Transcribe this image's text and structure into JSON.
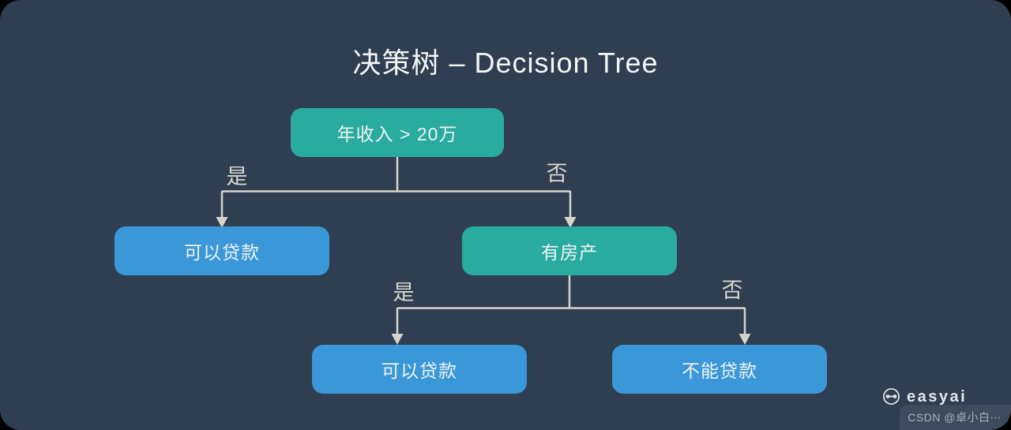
{
  "title": "决策树 – Decision Tree",
  "palette": {
    "outer_background": "#000000",
    "canvas_background": "#2f3e50",
    "decision_node": "#2aaba0",
    "result_node": "#3a97d8",
    "edge_line": "#d8d4cc",
    "node_text": "#eef3f1",
    "title_text": "#f4f6f5"
  },
  "nodes": {
    "root": {
      "label": "年收入 > 20万",
      "kind": "decision",
      "color": "#2aaba0"
    },
    "left_result": {
      "label": "可以贷款",
      "kind": "result",
      "color": "#3a97d8"
    },
    "property": {
      "label": "有房产",
      "kind": "decision",
      "color": "#2aaba0"
    },
    "bottom_left_result": {
      "label": "可以贷款",
      "kind": "result",
      "color": "#3a97d8"
    },
    "bottom_right_result": {
      "label": "不能贷款",
      "kind": "result",
      "color": "#3a97d8"
    }
  },
  "edges": {
    "root_yes": {
      "label": "是"
    },
    "root_no": {
      "label": "否"
    },
    "property_yes": {
      "label": "是"
    },
    "property_no": {
      "label": "否"
    }
  },
  "watermark": {
    "brand": "easyai",
    "credit": "CSDN @卓小白⋯"
  }
}
